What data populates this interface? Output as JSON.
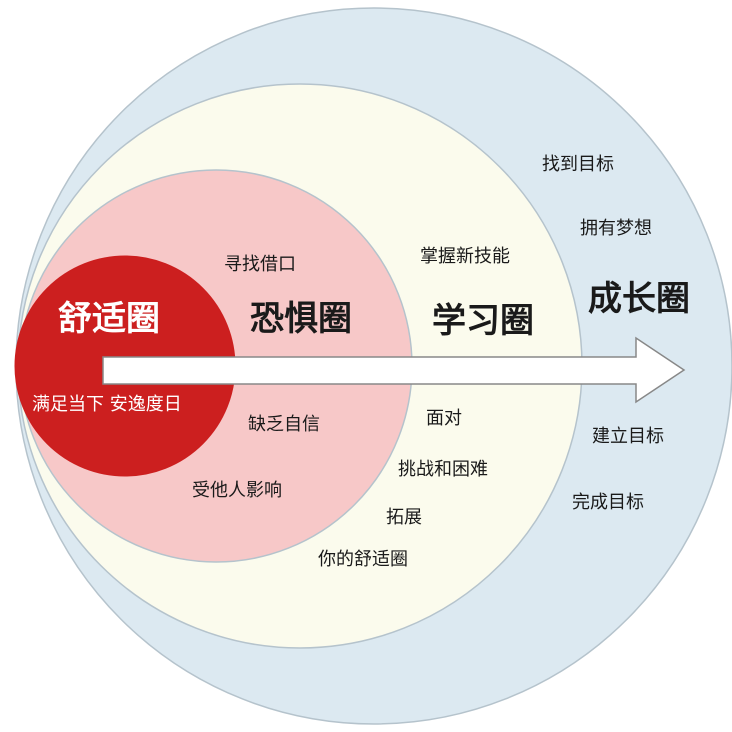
{
  "colors": {
    "growth_fill": "#dce9f1",
    "learning_fill": "#fbfbed",
    "fear_fill": "#f7c8c8",
    "comfort_fill": "#cc1f1f",
    "outline": "#b5c3cc",
    "arrow_fill": "#ffffff",
    "arrow_stroke": "#888888"
  },
  "comfort_zone": {
    "title": "舒适圈",
    "items": [
      "满足当下 安逸度日"
    ]
  },
  "fear_zone": {
    "title": "恐惧圈",
    "items": [
      "寻找借口",
      "缺乏自信",
      "受他人影响"
    ]
  },
  "learning_zone": {
    "title": "学习圈",
    "items": [
      "掌握新技能",
      "面对",
      "挑战和困难",
      "拓展",
      "你的舒适圈"
    ]
  },
  "growth_zone": {
    "title": "成长圈",
    "items": [
      "找到目标",
      "拥有梦想",
      "建立目标",
      "完成目标"
    ]
  }
}
